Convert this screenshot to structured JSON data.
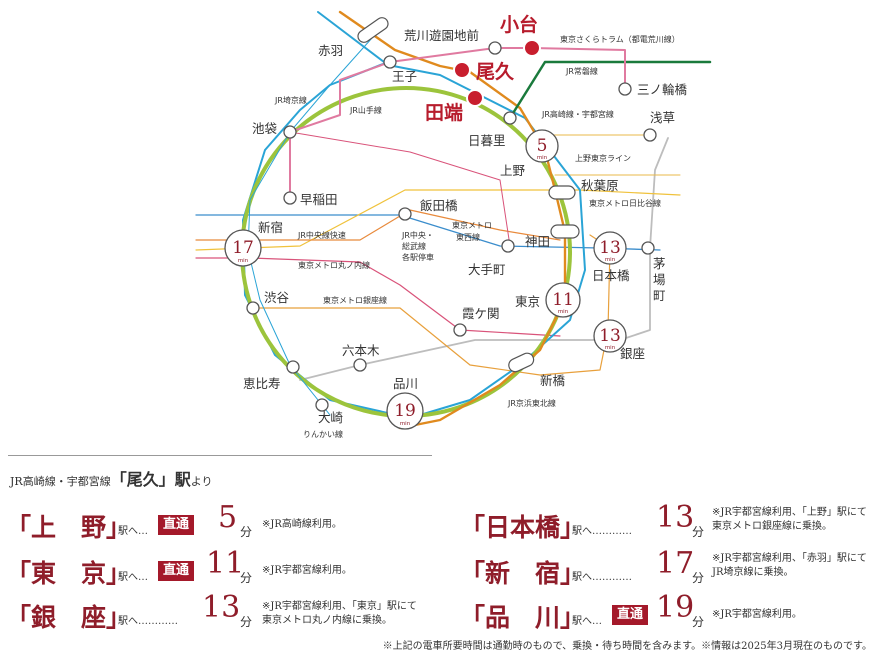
{
  "map": {
    "stations": {
      "akabane": "赤羽",
      "oji": "王子",
      "arakawa_yuenchimae": "荒川遊園地前",
      "odai": "小台",
      "oku": "尾久",
      "tabata": "田端",
      "minowabashi": "三ノ輪橋",
      "nippori": "日暮里",
      "asakusa": "浅草",
      "ikebukuro": "池袋",
      "ueno": "上野",
      "akihabara": "秋葉原",
      "waseda": "早稲田",
      "iidabashi": "飯田橋",
      "shinjuku": "新宿",
      "kanda": "神田",
      "otemachi": "大手町",
      "nihonbashi": "日本橋",
      "kayabacho": "茅\n場\n町",
      "tokyo": "東京",
      "shibuya": "渋谷",
      "kasumigaseki": "霞ケ関",
      "ginza": "銀座",
      "roppongi": "六本木",
      "ebisu": "恵比寿",
      "shinbashi": "新橋",
      "shinagawa": "品川",
      "osaki": "大崎"
    },
    "lines": {
      "tokyo_sakura_tram": "東京さくらトラム（都電荒川線）",
      "jr_joban": "JR常磐線",
      "jr_saikyo": "JR埼京線",
      "jr_yamanote": "JR山手線",
      "jr_takasaki_utsunomiya": "JR高崎線・宇都宮線",
      "ueno_tokyo_line": "上野東京ライン",
      "metro_hibiya": "東京メトロ日比谷線",
      "metro_tozai": "東京メトロ\n東西線",
      "jr_chuo_rapid": "JR中央線快速",
      "jr_chuo_sobu_local": "JR中央・\n総武線\n各駅停車",
      "metro_marunouchi": "東京メトロ丸ノ内線",
      "metro_ginza": "東京メトロ銀座線",
      "jr_keihin_tohoku": "JR京浜東北線",
      "rinkai": "りんかい線"
    },
    "badges": {
      "ueno": "5",
      "nihonbashi": "13",
      "shinjuku": "17",
      "tokyo": "11",
      "ginza": "13",
      "shinagawa": "19",
      "unit": "min"
    },
    "colors": {
      "tram": "#e07aa0",
      "joban": "#1a7a3c",
      "takasaki_utsunomiya": "#e08a1e",
      "yamanote": "#9cc43c",
      "keihin_tohoku": "#2aa4d6",
      "chuo_rapid": "#e88a3c",
      "tozai": "#3b8dcc",
      "marunouchi": "#d9537a",
      "ginza": "#e8a03c",
      "hibiya": "#b8b8b8",
      "ueno_tokyo": "#e8b84a",
      "accent": "#a4192a"
    }
  },
  "legend": {
    "intro_prefix": "JR高崎線・宇都宮線",
    "intro_station": "「尾久」駅",
    "intro_suffix": "より",
    "rows": [
      {
        "station": "「上　野」",
        "he": "駅へ…",
        "badge": "直通",
        "minutes": "5",
        "fun": "分",
        "note": "※JR高崎線利用。"
      },
      {
        "station": "「東　京」",
        "he": "駅へ…",
        "badge": "直通",
        "minutes": "11",
        "fun": "分",
        "note": "※JR宇都宮線利用。"
      },
      {
        "station": "「銀　座」",
        "he": "駅へ…………",
        "minutes": "13",
        "fun": "分",
        "note": "※JR宇都宮線利用、「東京」駅にて\n東京メトロ丸ノ内線に乗換。"
      },
      {
        "station": "「日本橋」",
        "he": "駅へ…………",
        "minutes": "13",
        "fun": "分",
        "note": "※JR宇都宮線利用、「上野」駅にて\n東京メトロ銀座線に乗換。"
      },
      {
        "station": "「新　宿」",
        "he": "駅へ…………",
        "minutes": "17",
        "fun": "分",
        "note": "※JR宇都宮線利用、「赤羽」駅にて\nJR埼京線に乗換。"
      },
      {
        "station": "「品　川」",
        "he": "駅へ…",
        "badge": "直通",
        "minutes": "19",
        "fun": "分",
        "note": "※JR宇都宮線利用。"
      }
    ]
  },
  "footnote": "※上記の電車所要時間は通勤時のもので、乗換・待ち時間を含みます。※情報は2025年3月現在のものです。"
}
